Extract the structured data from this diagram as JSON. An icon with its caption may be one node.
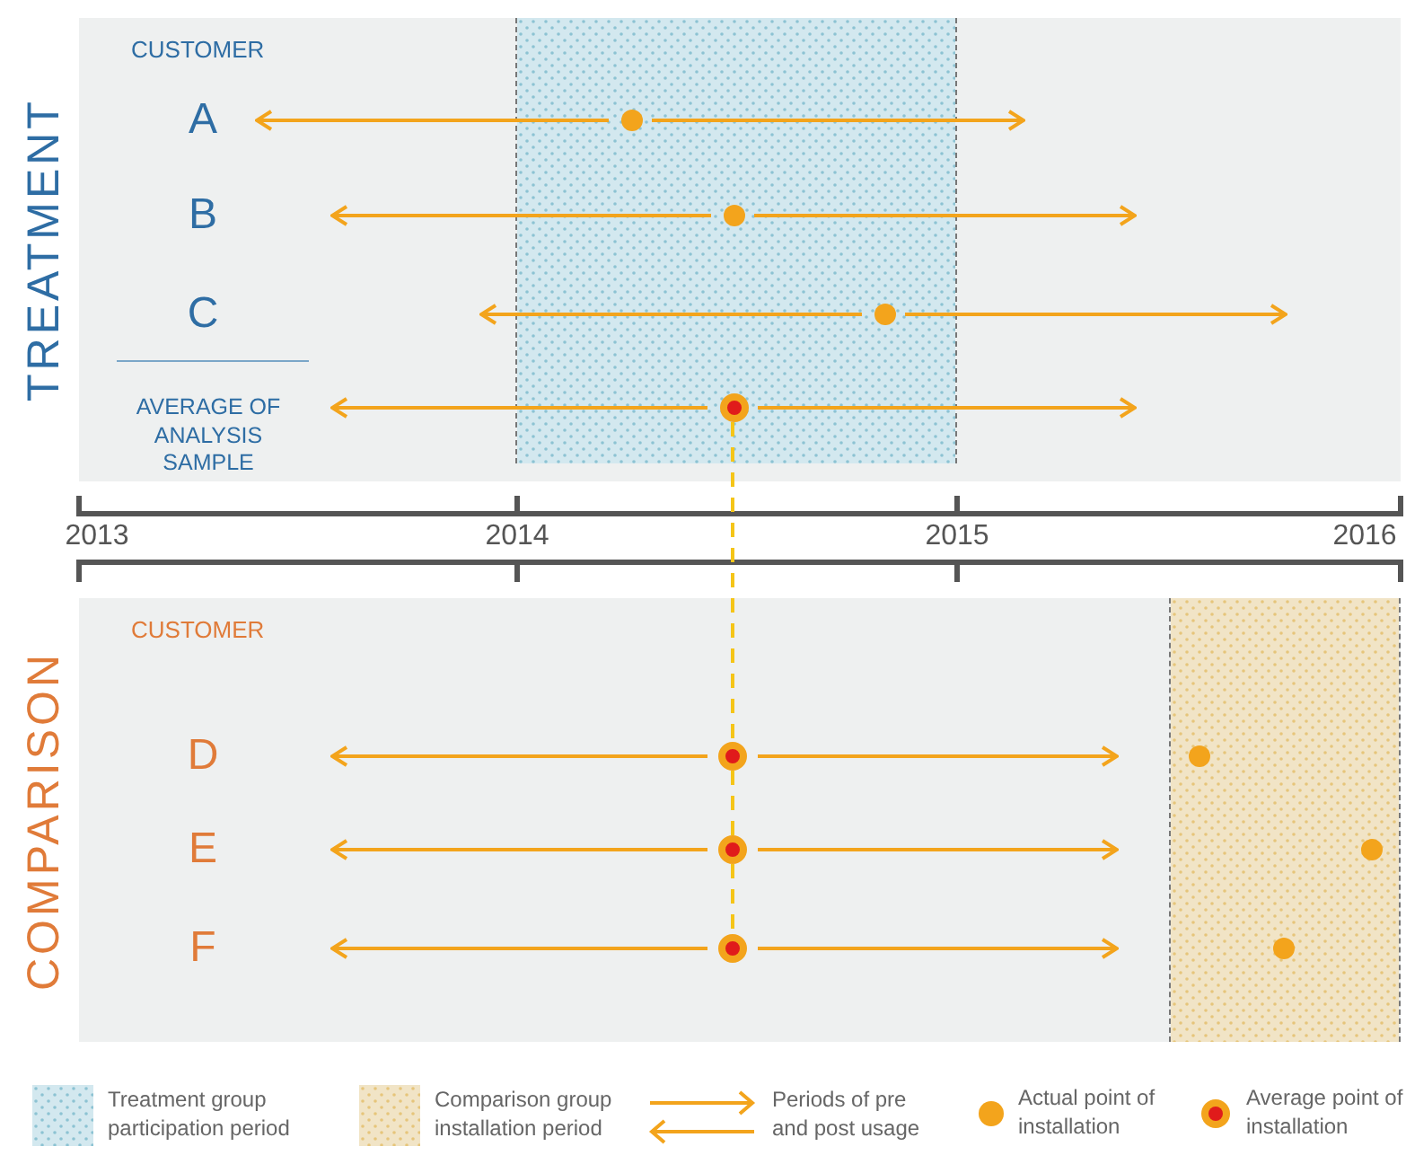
{
  "diagram": {
    "nodes": [
      {
        "text": [
          "TREATMENT",
          "CUSTOMER"
        ]
      },
      {
        "text": [],
        "shape": "box",
        "in": 0
      },
      {
        "text": [],
        "shape": "circle",
        "in": 1
      },
      {
        "text": [],
        "shape": "circle",
        "in": 1
      },
      {
        "text": [],
        "shape": "circle",
        "in": 1
      },
      {
        "text": [],
        "shape": "circle",
        "in": 1
      },
      {
        "text": [
          "COMPARISON",
          "CUSTOMER"
        ]
      },
      {
        "text": [],
        "shape": "box",
        "in": 6
      },
      {
        "text": [],
        "shape": "circle",
        "in": 6
      },
      {
        "text": [],
        "shape": "circle",
        "in": 6
      },
      {
        "text": [],
        "shape": "circle",
        "in": 6
      },
      {
        "text": [],
        "shape": "circle",
        "in": 7
      },
      {
        "text": [],
        "shape": "circle",
        "in": 7
      },
      {
        "text": [],
        "shape": "circle",
        "in": 7
      }
    ],
    "edges": [
      {
        "from": 2,
        "to": null,
        "arrow": "to"
      },
      {
        "from": 2,
        "to": null,
        "arrow": "to"
      },
      {
        "from": 3,
        "to": null,
        "arrow": "to"
      },
      {
        "from": 3,
        "to": null,
        "arrow": "to"
      },
      {
        "from": 4,
        "to": null,
        "arrow": "to"
      },
      {
        "from": 4,
        "to": null,
        "arrow": "to"
      },
      {
        "from": 5,
        "to": null,
        "arrow": "to"
      },
      {
        "from": 5,
        "to": null,
        "arrow": "to"
      },
      {
        "from": 8,
        "to": null,
        "arrow": "to"
      },
      {
        "from": 8,
        "to": null,
        "arrow": "to"
      },
      {
        "from": 9,
        "to": null,
        "arrow": "to"
      },
      {
        "from": 9,
        "to": null,
        "arrow": "to"
      },
      {
        "from": 10,
        "to": null,
        "arrow": "to"
      },
      {
        "from": 10,
        "to": null,
        "arrow": "to"
      },
      {
        "from": 5,
        "to": 8,
        "arrow": "none",
        "style": "dashed",
        "color": "#f5c518"
      },
      {
        "from": 8,
        "to": 9,
        "arrow": "none",
        "style": "dashed",
        "color": "#f5c518"
      },
      {
        "from": 9,
        "to": 10,
        "arrow": "none",
        "style": "dashed",
        "color": "#f5c518"
      }
    ],
    "labels": [
      "A",
      "B",
      "C",
      "AVERAGE OF ANALYSIS SAMPLE",
      "2013",
      "2014",
      "2015",
      "2016",
      "D",
      "E",
      "F"
    ],
    "legend": [
      {
        "text": "Treatment group participation period",
        "color": "#d3e8ef"
      },
      {
        "text": "Comparison group installation period",
        "color": "#f1e4c6"
      },
      {
        "text": "Periods of pre and post usage"
      },
      {
        "text": "Actual point of installation"
      },
      {
        "text": "Average point of installation"
      }
    ]
  }
}
